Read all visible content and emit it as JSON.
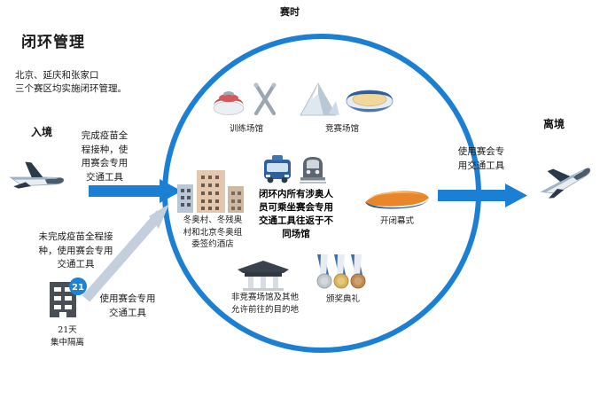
{
  "diagram": {
    "title": "闭环管理",
    "subtitle": "北京、延庆和张家口\n三个赛区均实施闭环管理。",
    "games_period_label": "赛时",
    "entry_label": "入境",
    "exit_label": "离境",
    "accent_blue": "#1b7fd4",
    "arrow_gray": "#c3cfdd"
  },
  "flows": {
    "entry_vaccinated": "完成疫苗全\n程接种，使\n用赛会专用\n交通工具",
    "entry_unvaccinated": "未完成疫苗全程接\n种，使用赛会专用\n交通工具",
    "quarantine_transfer": "使用赛会专用\n交通工具",
    "exit_transport": "使用赛会专\n用交通工具"
  },
  "nodes": {
    "quarantine": {
      "label": "21天\n集中隔离",
      "badge": "21",
      "icon": "building-quarantine-icon"
    },
    "entry_plane": {
      "icon": "airplane-arrival-icon"
    },
    "exit_plane": {
      "icon": "airplane-departure-icon"
    }
  },
  "loop_items": [
    {
      "id": "training-venues",
      "label": "训练场馆",
      "icons": [
        "curling-stone-icon",
        "crossed-skis-icon"
      ]
    },
    {
      "id": "competition-venues",
      "label": "竞赛场馆",
      "icons": [
        "ski-mountain-icon",
        "stadium-oval-icon"
      ]
    },
    {
      "id": "olympic-villages",
      "label": "冬奥村、冬残奥\n村和北京冬奥组\n委签约酒店",
      "icons": [
        "buildings-icon"
      ]
    },
    {
      "id": "dedicated-transport",
      "label": "闭环内所有涉奥人\n员可乘坐赛会专用\n交通工具往返于不\n同场馆",
      "icons": [
        "bus-icon",
        "train-icon"
      ],
      "emphasis": true
    },
    {
      "id": "ceremony-venue",
      "label": "开闭幕式",
      "icons": [
        "ceremony-stadium-icon"
      ]
    },
    {
      "id": "non-competition-venues",
      "label": "非竞赛场馆及其他\n允许前往的目的地",
      "icons": [
        "pavilion-icon"
      ]
    },
    {
      "id": "medal-ceremony",
      "label": "颁奖典礼",
      "icons": [
        "medals-icon"
      ]
    }
  ]
}
